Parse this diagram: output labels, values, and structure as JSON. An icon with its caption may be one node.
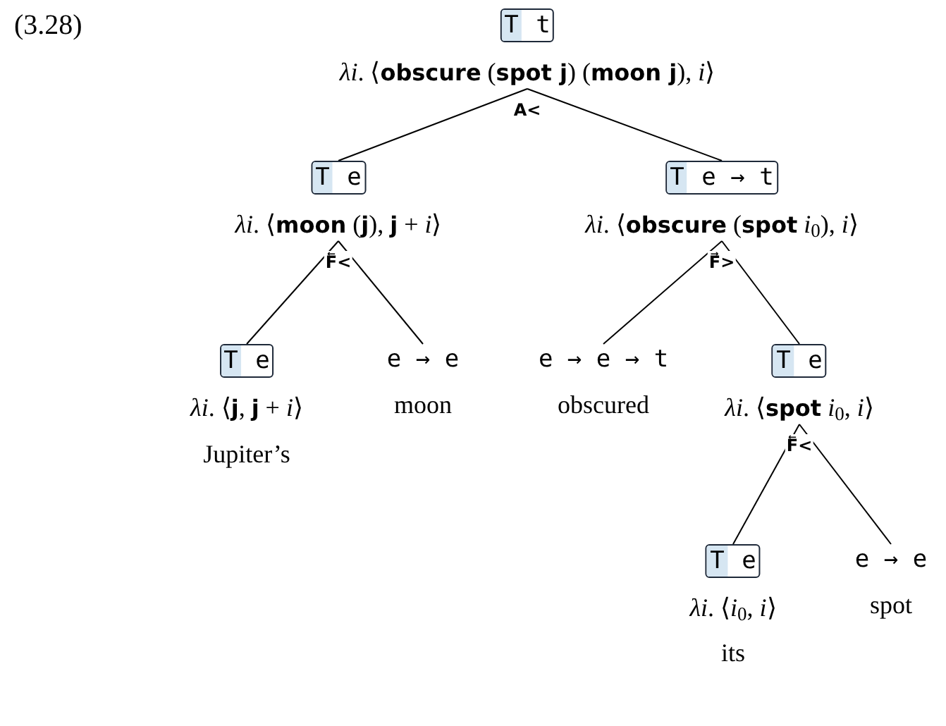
{
  "diagram": {
    "nodes": [
      {
        "text": [
          "*λi*. ⟨**obscure** (**spot j**) (**moon j**), *i*⟩"
        ]
      },
      {
        "text": [
          "T t"
        ],
        "in": 0
      },
      {
        "text": [
          "*λi*. ⟨**moon** (**j**), **j** + *i*⟩"
        ]
      },
      {
        "text": [
          "T e"
        ],
        "in": 2
      },
      {
        "text": [
          "*λi*. ⟨**obscure** (**spot** *i*$_{0}$), *i*⟩"
        ]
      },
      {
        "text": [
          "T e → t"
        ],
        "in": 4
      },
      {
        "text": [
          "*λi*. ⟨**j**, **j** + *i*⟩",
          "Jupiter’s"
        ]
      },
      {
        "text": [
          "T e"
        ],
        "in": 6
      },
      {
        "text": [
          "e → e",
          "moon"
        ]
      },
      {
        "text": [
          "e → e → t",
          "obscured"
        ]
      },
      {
        "text": [
          "*λi*. ⟨**spot** *i*$_{0}$, *i*⟩"
        ]
      },
      {
        "text": [
          "T e"
        ],
        "in": 10
      },
      {
        "text": [
          "*λi*. ⟨*i*$_{0}$, *i*⟩",
          "its"
        ]
      },
      {
        "text": [
          "T e"
        ],
        "in": 12
      },
      {
        "text": [
          "e → e",
          "spot"
        ]
      }
    ],
    "edges": [
      {
        "from": 0,
        "to": 2,
        "arrow": "none"
      },
      {
        "from": 0,
        "to": 4,
        "arrow": "none"
      },
      {
        "from": 2,
        "to": 6,
        "arrow": "none"
      },
      {
        "from": 2,
        "to": 8,
        "arrow": "none"
      },
      {
        "from": 4,
        "to": 9,
        "arrow": "none"
      },
      {
        "from": 4,
        "to": 10,
        "arrow": "none"
      },
      {
        "from": 10,
        "to": 12,
        "arrow": "none"
      },
      {
        "from": 10,
        "to": 14,
        "arrow": "none"
      }
    ],
    "labels": [
      "(3.28)",
      "A<",
      "F⃖<",
      "F⃗>",
      "F⃖<"
    ]
  }
}
